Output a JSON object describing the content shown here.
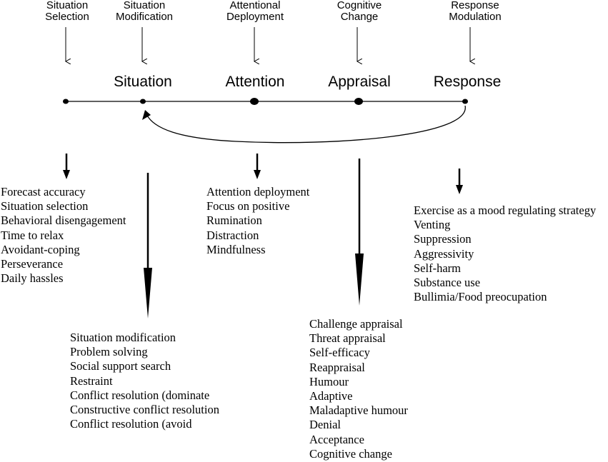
{
  "strategy_labels": [
    {
      "id": "situation-selection",
      "text": "Situation\nSelection"
    },
    {
      "id": "situation-modification",
      "text": "Situation\nModification"
    },
    {
      "id": "attentional-deployment",
      "text": "Attentional\nDeployment"
    },
    {
      "id": "cognitive-change",
      "text": "Cognitive\nChange"
    },
    {
      "id": "response-modulation",
      "text": "Response\nModulation"
    }
  ],
  "stages": [
    {
      "id": "situation",
      "text": "Situation"
    },
    {
      "id": "attention",
      "text": "Attention"
    },
    {
      "id": "appraisal",
      "text": "Appraisal"
    },
    {
      "id": "response",
      "text": "Response"
    }
  ],
  "lists": {
    "situation_selection": [
      "Forecast accuracy",
      "Situation selection",
      "Behavioral disengagement",
      "Time to relax",
      "Avoidant-coping",
      "Perseverance",
      "Daily hassles"
    ],
    "situation_modification": [
      "Situation modification",
      "Problem solving",
      "Social support search",
      "Restraint",
      "Conflict resolution (dominate",
      "Constructive conflict resolution",
      "Conflict resolution (avoid"
    ],
    "attentional_deployment": [
      "Attention deployment",
      "Focus on positive",
      "Rumination",
      "Distraction",
      "Mindfulness"
    ],
    "cognitive_change": [
      "Challenge appraisal",
      "Threat appraisal",
      "Self-efficacy",
      "Reappraisal",
      "Humour",
      "Adaptive",
      "Maladaptive humour",
      "Denial",
      "Acceptance",
      "Cognitive change"
    ],
    "response_modulation": [
      "Exercise as a mood regulating strategy",
      "Venting",
      "Suppression",
      "Aggressivity",
      "Self-harm",
      "Substance use",
      "Bullimia/Food preocupation"
    ]
  }
}
